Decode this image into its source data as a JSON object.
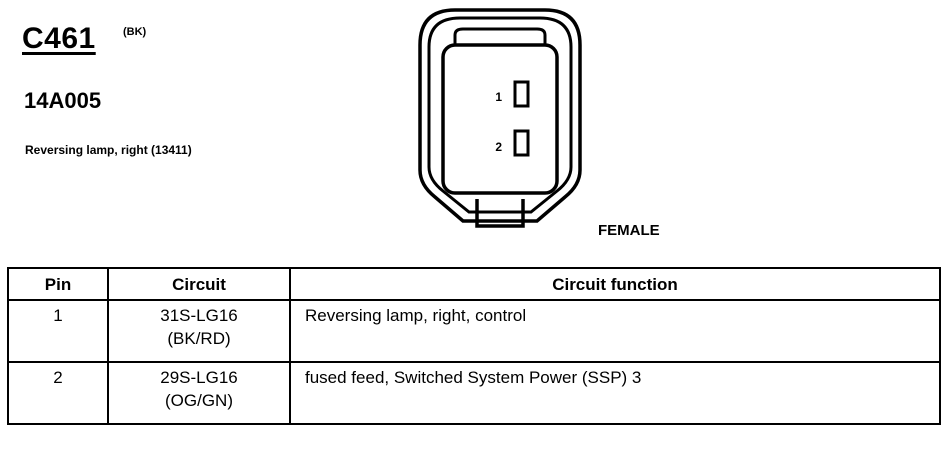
{
  "header": {
    "connector_id": "C461",
    "connector_color": "(BK)",
    "part_number": "14A005",
    "description": "Reversing lamp, right (13411)"
  },
  "connector": {
    "gender_label": "FEMALE",
    "pins": [
      {
        "label": "1"
      },
      {
        "label": "2"
      }
    ]
  },
  "table": {
    "headers": {
      "pin": "Pin",
      "circuit": "Circuit",
      "function": "Circuit function"
    },
    "rows": [
      {
        "pin": "1",
        "circuit": "31S-LG16",
        "wire_color": "(BK/RD)",
        "function": "Reversing lamp, right, control"
      },
      {
        "pin": "2",
        "circuit": "29S-LG16",
        "wire_color": "(OG/GN)",
        "function": "fused feed, Switched System Power (SSP) 3"
      }
    ]
  }
}
